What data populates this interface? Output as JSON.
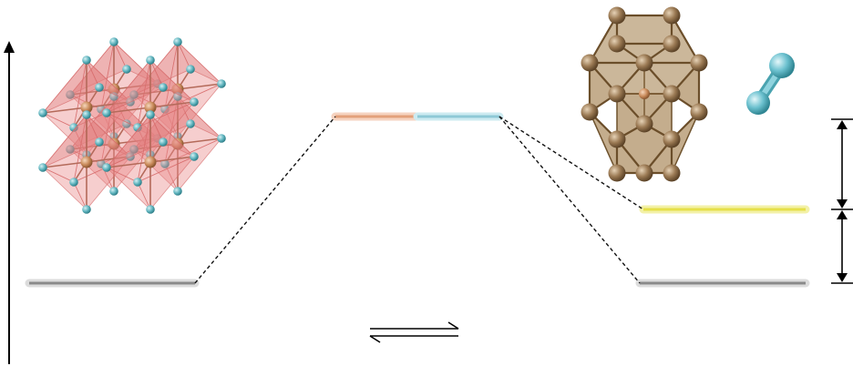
{
  "diagram": {
    "colors": {
      "background": "#ffffff",
      "axis": "#000000",
      "gray_level": "#8a8a8a",
      "gray_glow": "#d9d9d9",
      "orange_level": "#e3a07a",
      "orange_glow": "#f6d3c0",
      "blue_level": "#8ec9d6",
      "blue_glow": "#cdebf1",
      "yellow_level": "#e6e04a",
      "yellow_glow": "#f3f1a8",
      "octahedra": "#e98b8b",
      "metal_atom": "#c98a5a",
      "anion_atom": "#5fb4be",
      "cluster_face": "#a07b47",
      "cluster_atom": "#9b7a54",
      "molecule_atom": "#6cc1cf"
    },
    "structures": [
      {
        "name": "perovskite-crystal",
        "icon": "octahedral-framework-icon"
      },
      {
        "name": "metal-cluster",
        "icon": "icosahedral-cluster-icon"
      },
      {
        "name": "diatomic-molecule",
        "icon": "diatomic-molecule-icon"
      }
    ],
    "levels": [
      {
        "name": "left-ground-level",
        "color_key": "gray"
      },
      {
        "name": "transition-level-left",
        "color_key": "orange"
      },
      {
        "name": "transition-level-right",
        "color_key": "blue"
      },
      {
        "name": "intermediate-level",
        "color_key": "yellow"
      },
      {
        "name": "right-ground-level",
        "color_key": "gray"
      }
    ],
    "symbols": {
      "equilibrium": "equilibrium-arrows-icon",
      "vertical_axis": "arrow-up-icon"
    }
  }
}
